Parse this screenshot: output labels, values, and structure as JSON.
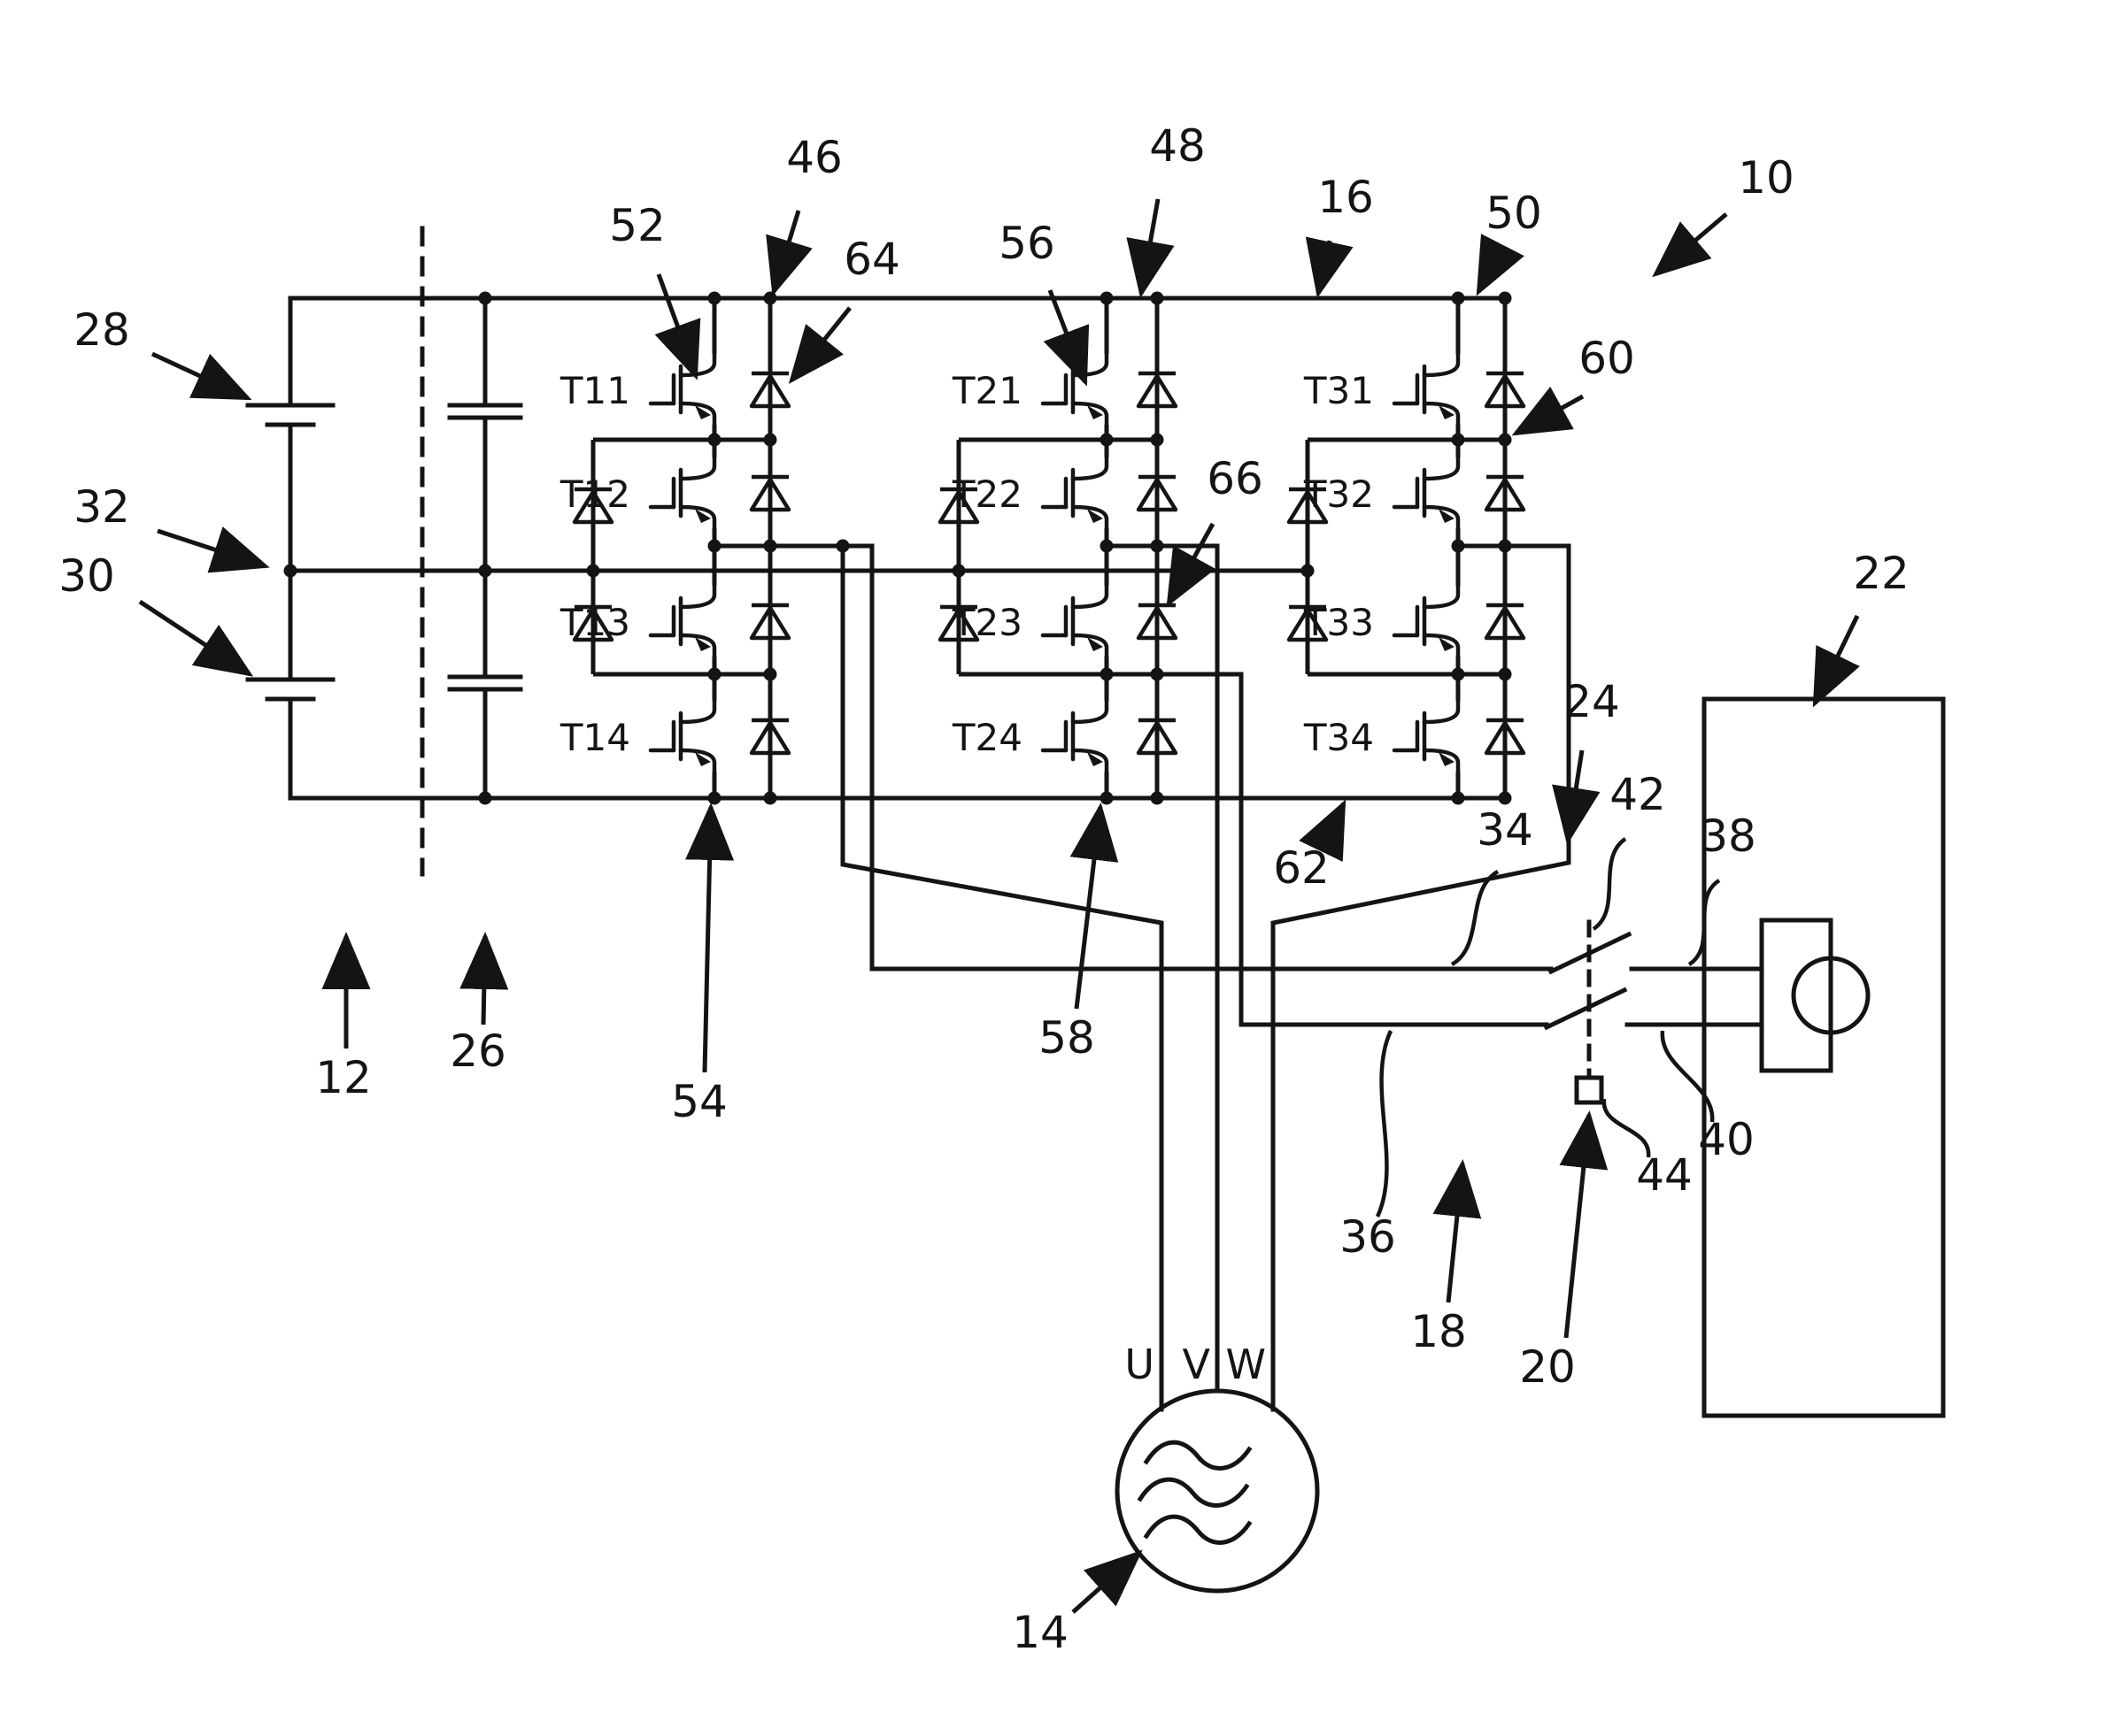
{
  "colors": {
    "ink": "#141414",
    "background": "#ffffff"
  },
  "labels": {
    "n10": "10",
    "n12": "12",
    "n14": "14",
    "n16": "16",
    "n18": "18",
    "n20": "20",
    "n22": "22",
    "n24": "24",
    "n26": "26",
    "n28": "28",
    "n30": "30",
    "n32": "32",
    "n34": "34",
    "n36": "36",
    "n38": "38",
    "n40": "40",
    "n42": "42",
    "n44": "44",
    "n46": "46",
    "n48": "48",
    "n50": "50",
    "n52": "52",
    "n54": "54",
    "n56": "56",
    "n58": "58",
    "n60": "60",
    "n62": "62",
    "n64": "64",
    "n66": "66",
    "t11": "T11",
    "t12": "T12",
    "t13": "T13",
    "t14": "T14",
    "t21": "T21",
    "t22": "T22",
    "t23": "T23",
    "t24": "T24",
    "t31": "T31",
    "t32": "T32",
    "t33": "T33",
    "t34": "T34",
    "u": "U",
    "v": "V",
    "w": "W"
  }
}
